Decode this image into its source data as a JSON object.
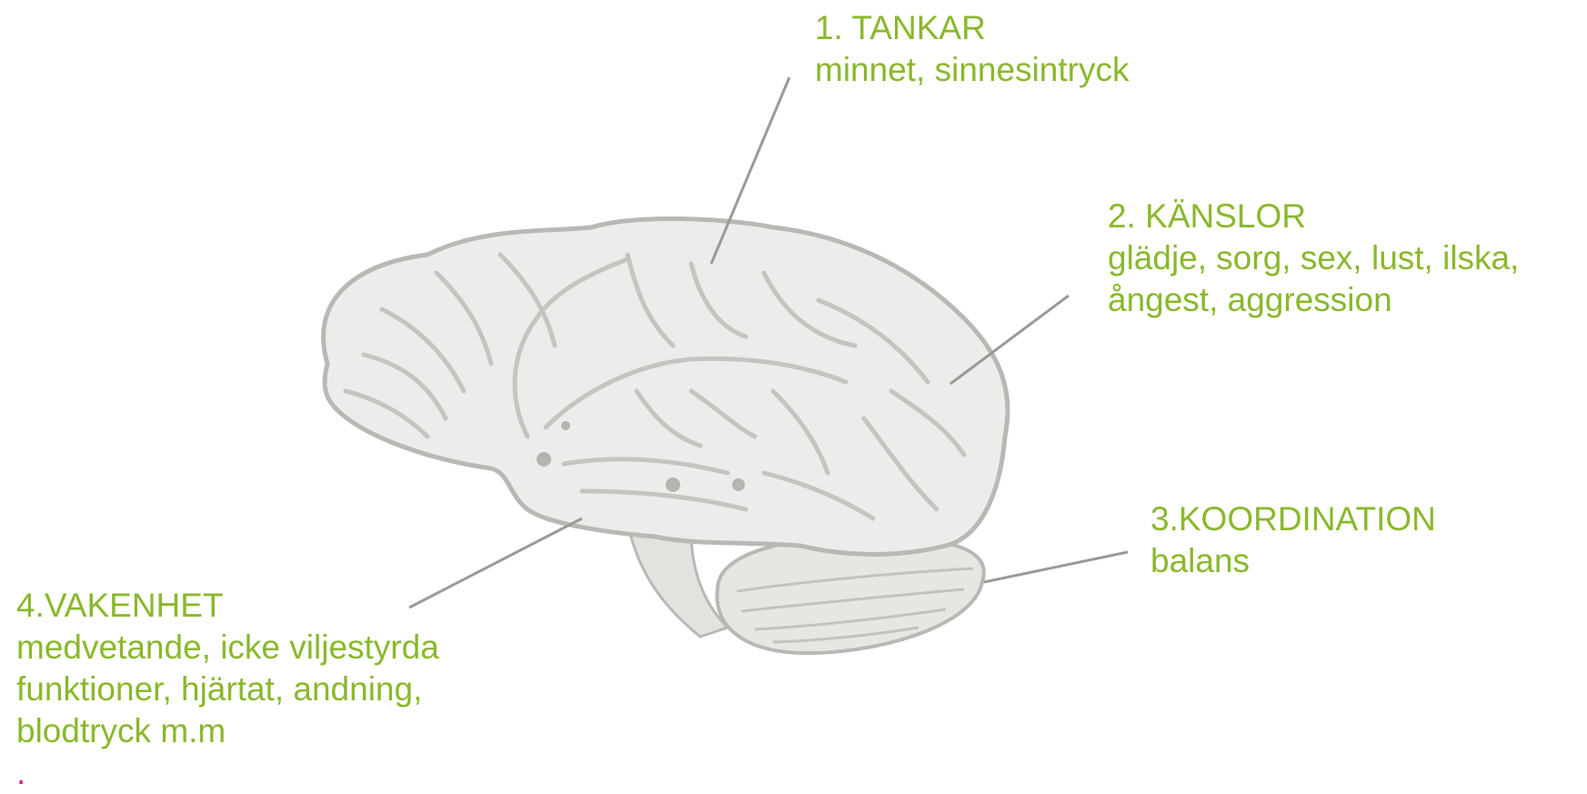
{
  "labels": [
    {
      "id": "tankar",
      "title": "1. TANKAR",
      "lines": [
        "minnet, sinnesintryck"
      ]
    },
    {
      "id": "kanslor",
      "title": "2. KÄNSLOR",
      "lines": [
        "glädje, sorg, sex, lust, ilska,",
        "ångest, aggression"
      ]
    },
    {
      "id": "koordination",
      "title": "3.KOORDINATION",
      "lines": [
        "balans"
      ]
    },
    {
      "id": "vakenhet",
      "title": "4.VAKENHET",
      "lines": [
        "medvetande, icke viljestyrda",
        "funktioner, hjärtat, andning,",
        "blodtryck m.m"
      ],
      "trailing_dot": "."
    }
  ],
  "colors": {
    "label_text": "#8ab82c",
    "accent_dot": "#e0218a",
    "brain_fill": "#ececea",
    "brain_stroke": "#b8b8b4",
    "leader_line": "#9a9a96"
  }
}
